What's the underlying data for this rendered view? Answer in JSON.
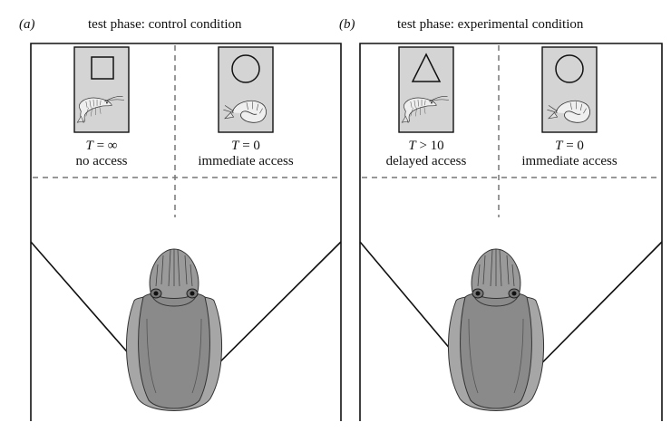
{
  "panels": [
    {
      "label": "(a)",
      "title": "test phase: control condition",
      "left_option": {
        "symbol": "square",
        "t_var": "T",
        "t_value": " = ∞",
        "description": "no access"
      },
      "right_option": {
        "symbol": "circle",
        "t_var": "T",
        "t_value": " = 0",
        "description": "immediate access"
      }
    },
    {
      "label": "(b)",
      "title": "test phase: experimental condition",
      "left_option": {
        "symbol": "triangle",
        "t_var": "T",
        "t_value": " > 10",
        "description": "delayed access"
      },
      "right_option": {
        "symbol": "circle",
        "t_var": "T",
        "t_value": " = 0",
        "description": "immediate access"
      }
    }
  ],
  "colors": {
    "card_fill": "#d4d4d4",
    "cuttlefish_body": "#8a8a8a",
    "cuttlefish_fin": "#a6a6a6",
    "dash": "#777777"
  }
}
